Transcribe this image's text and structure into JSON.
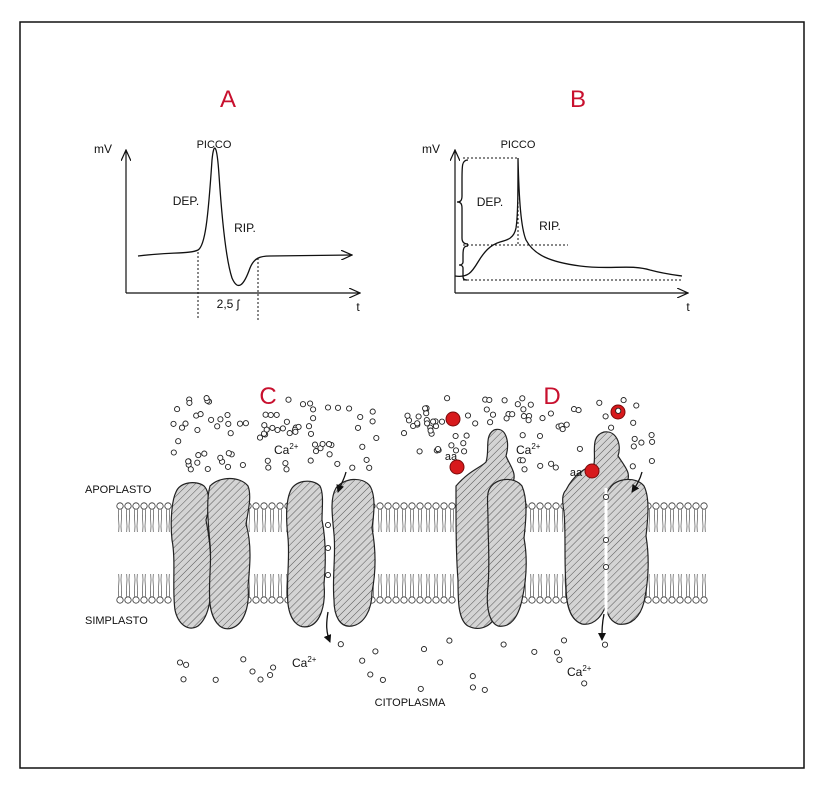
{
  "panels": {
    "a": {
      "letter": "A",
      "ylabel": "mV",
      "xlabel": "t",
      "peak": "PICCO",
      "depol": "DEP.",
      "repol": "RIP.",
      "duration": "2,5 ʃ"
    },
    "b": {
      "letter": "B",
      "ylabel": "mV",
      "xlabel": "t",
      "peak": "PICCO",
      "depol": "DEP.",
      "repol": "RIP."
    },
    "c": {
      "letter": "C",
      "ion": "Ca",
      "ion_charge": "2+"
    },
    "d": {
      "letter": "D",
      "ion": "Ca",
      "ion_charge": "2+",
      "ligand": "aa"
    }
  },
  "membrane": {
    "apoplast": "APOPLASTO",
    "symplast": "SIMPLASTO",
    "cytoplasm": "CITOPLASMA",
    "ion_below_c": "Ca",
    "ion_below_c_charge": "2+",
    "ion_below_d": "Ca",
    "ion_below_d_charge": "2+"
  },
  "colors": {
    "panel_letter": "#c8102e",
    "ligand": "#d7191c",
    "frame": "#111111"
  }
}
